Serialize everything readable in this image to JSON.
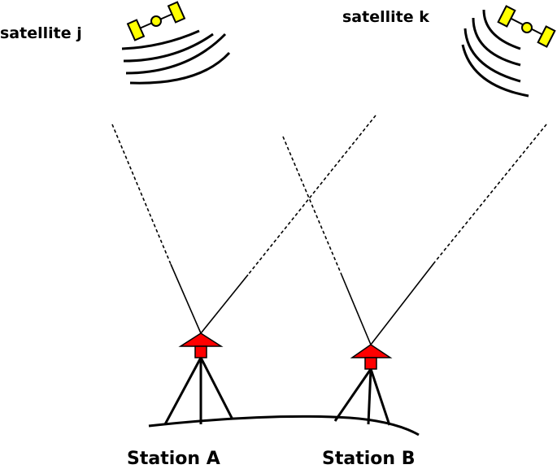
{
  "satellites": [
    {
      "id": "j",
      "label": "satellite j"
    },
    {
      "id": "k",
      "label": "satellite k"
    }
  ],
  "stations": [
    {
      "id": "A",
      "label": "Station A"
    },
    {
      "id": "B",
      "label": "Station B"
    }
  ],
  "colors": {
    "satellite_panel": "#ffff00",
    "antenna": "#ff0000",
    "line": "#000000"
  },
  "icons": [
    "satellite-icon",
    "signal-waves-icon",
    "antenna-icon",
    "tripod-icon"
  ]
}
